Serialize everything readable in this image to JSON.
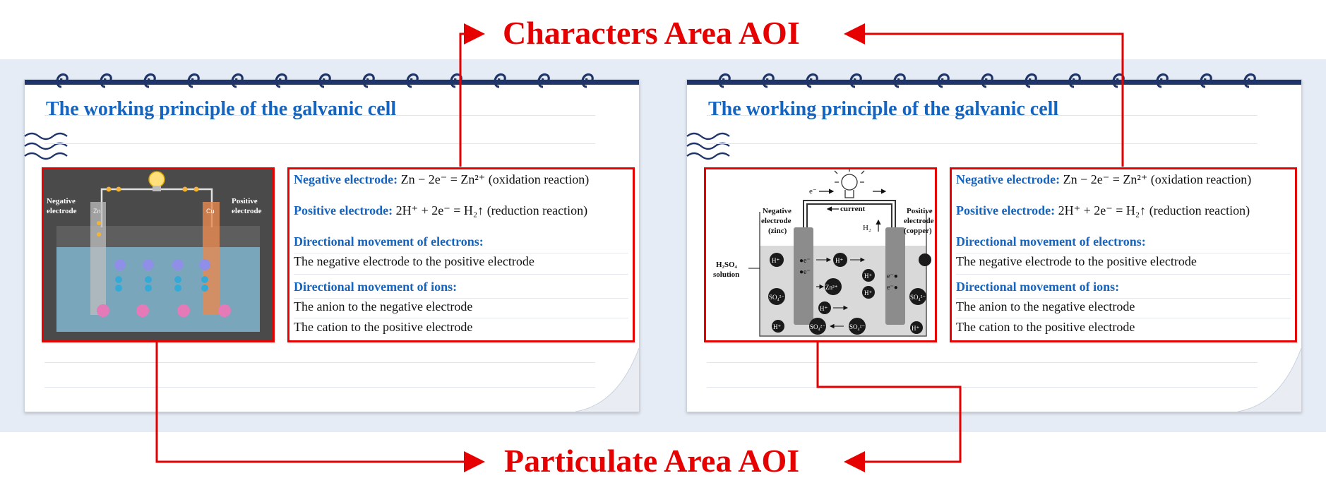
{
  "aoi_labels": {
    "characters": "Characters Area AOI",
    "particulate": "Particulate Area AOI"
  },
  "slides": [
    {
      "title": "The working principle of the galvanic cell",
      "text_box": {
        "neg_label": "Negative electrode:",
        "neg_eq": "Zn − 2e⁻ = Zn²⁺",
        "neg_note": "(oxidation reaction)",
        "pos_label": "Positive electrode:",
        "pos_eq": "2H⁺ + 2e⁻ = H₂↑",
        "pos_note": "(reduction reaction)",
        "electrons_heading": "Directional movement of electrons:",
        "electrons_text": "The negative electrode to the positive electrode",
        "ions_heading": "Directional movement of ions:",
        "anion_text": "The anion to the negative electrode",
        "cation_text": "The cation to the positive electrode"
      },
      "diagram": {
        "negative_label": "Negative\nelectrode",
        "positive_label": "Positive\nelectrode",
        "zn": "Zn",
        "cu": "Cu"
      }
    },
    {
      "title": "The working principle of the galvanic cell",
      "text_box": {
        "neg_label": "Negative electrode:",
        "neg_eq": "Zn − 2e⁻ = Zn²⁺",
        "neg_note": "(oxidation reaction)",
        "pos_label": "Positive electrode:",
        "pos_eq": "2H⁺ + 2e⁻ = H₂↑",
        "pos_note": "(reduction reaction)",
        "electrons_heading": "Directional movement of electrons:",
        "electrons_text": "The negative electrode to the positive electrode",
        "ions_heading": "Directional movement of ions:",
        "anion_text": "The anion to the negative electrode",
        "cation_text": "The cation to the positive electrode"
      },
      "diagram": {
        "e_minus": "e⁻",
        "current": "current",
        "negative_label": "Negative electrode (zinc)",
        "positive_label": "Positive electrode (copper)",
        "h2": "H₂",
        "h2so4": "H₂SO₄",
        "solution": "solution",
        "zn2": "Zn²⁺",
        "h_plus": "H⁺",
        "so4": "SO₄²⁻"
      }
    }
  ],
  "colors": {
    "aoi_red": "#e60000",
    "title_blue": "#1565c0",
    "heading_blue": "#1565c0",
    "notebook_bar": "#1f3468",
    "panel_bg": "#e6ecf5"
  }
}
